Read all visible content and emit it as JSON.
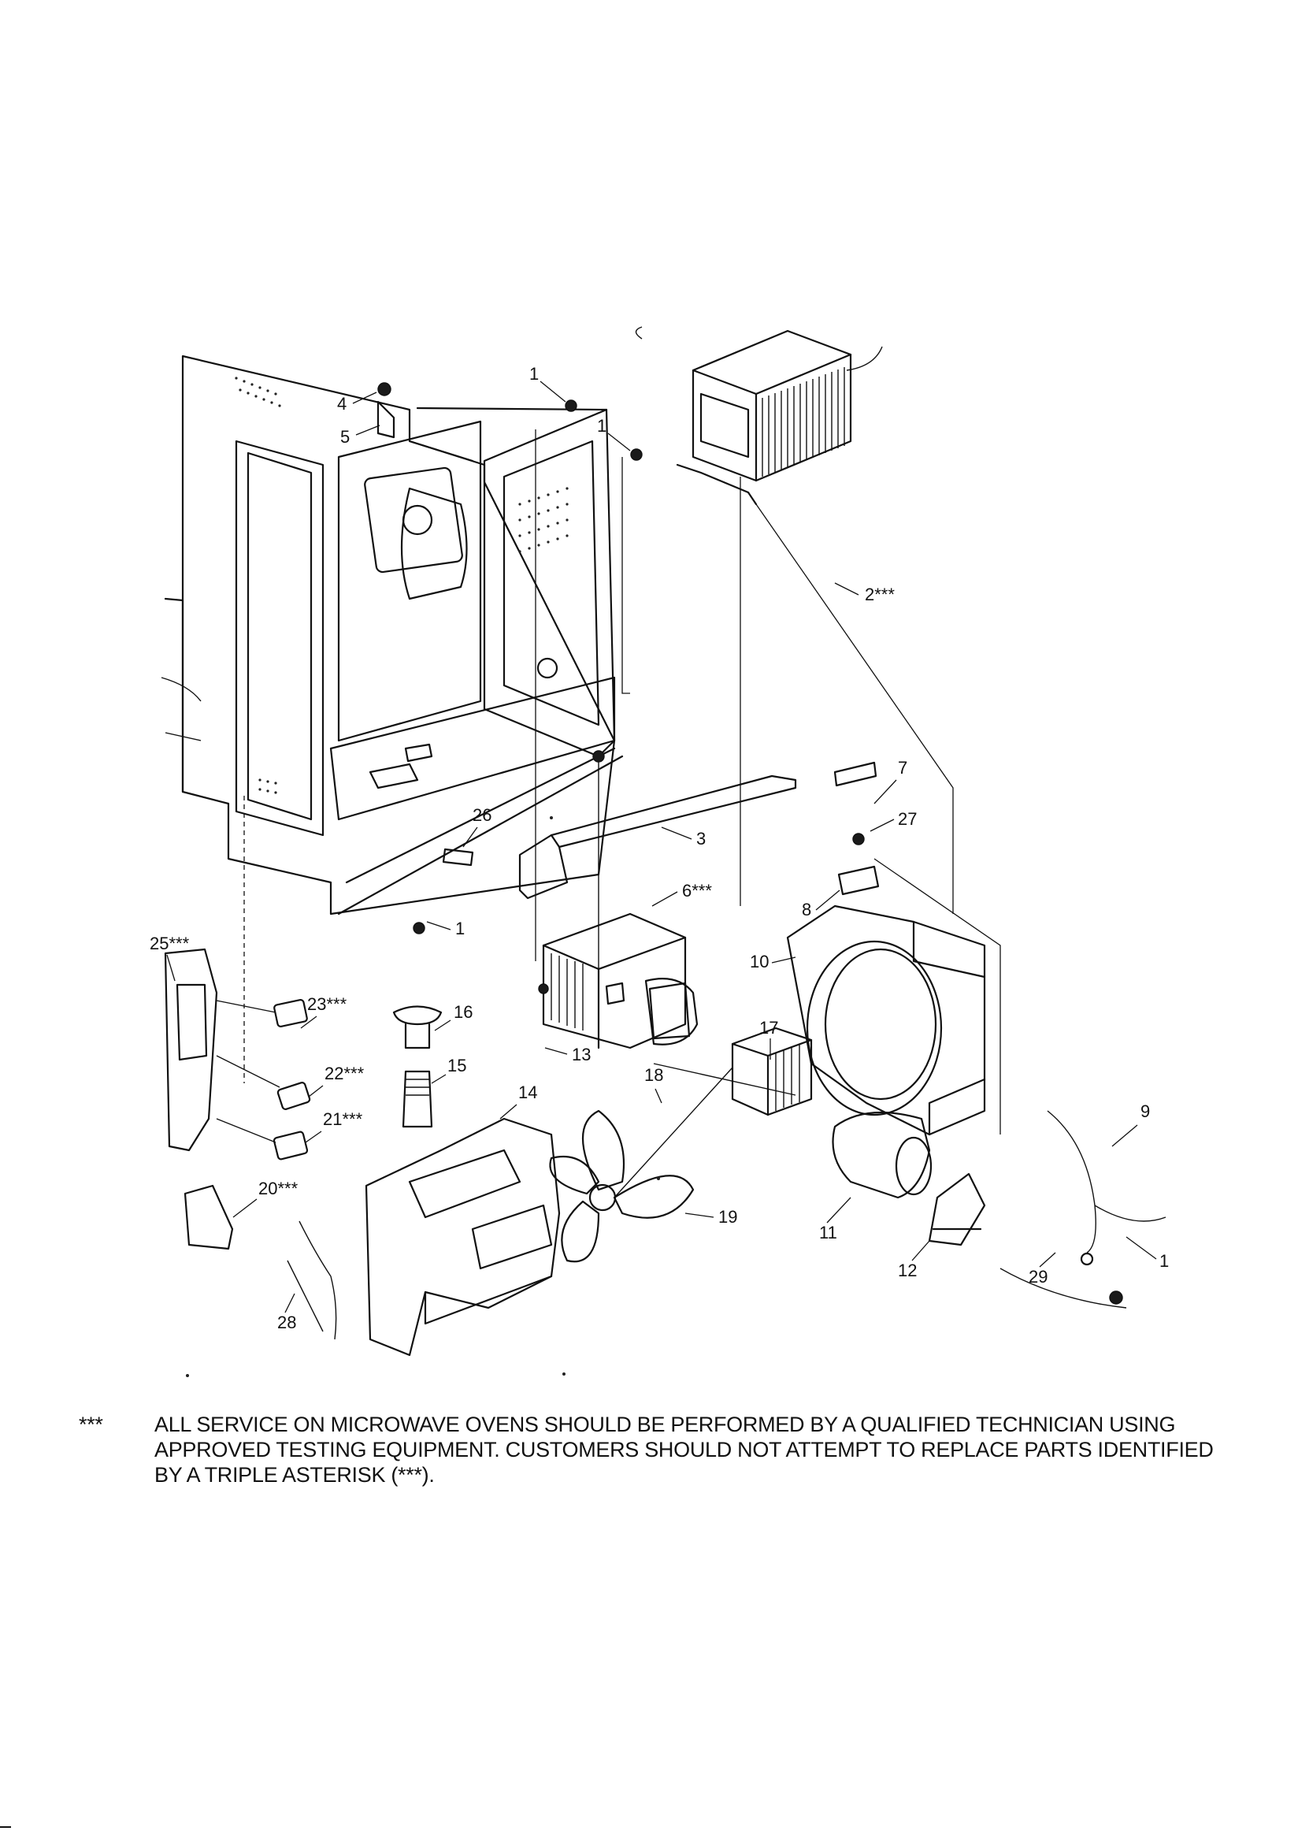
{
  "callouts": [
    {
      "id": "c-4",
      "text": "4"
    },
    {
      "id": "c-5",
      "text": "5"
    },
    {
      "id": "c-1a",
      "text": "1"
    },
    {
      "id": "c-1b",
      "text": "1"
    },
    {
      "id": "c-2",
      "text": "2***"
    },
    {
      "id": "c-7",
      "text": "7"
    },
    {
      "id": "c-27",
      "text": "27"
    },
    {
      "id": "c-3",
      "text": "3"
    },
    {
      "id": "c-6",
      "text": "6***"
    },
    {
      "id": "c-26",
      "text": "26"
    },
    {
      "id": "c-1c",
      "text": "1"
    },
    {
      "id": "c-8",
      "text": "8"
    },
    {
      "id": "c-10",
      "text": "10"
    },
    {
      "id": "c-25",
      "text": "25***"
    },
    {
      "id": "c-23",
      "text": "23***"
    },
    {
      "id": "c-16",
      "text": "16"
    },
    {
      "id": "c-13",
      "text": "13"
    },
    {
      "id": "c-17",
      "text": "17"
    },
    {
      "id": "c-22",
      "text": "22***"
    },
    {
      "id": "c-15",
      "text": "15"
    },
    {
      "id": "c-18",
      "text": "18"
    },
    {
      "id": "c-14",
      "text": "14"
    },
    {
      "id": "c-21",
      "text": "21***"
    },
    {
      "id": "c-9",
      "text": "9"
    },
    {
      "id": "c-20",
      "text": "20***"
    },
    {
      "id": "c-19",
      "text": "19"
    },
    {
      "id": "c-11",
      "text": "11"
    },
    {
      "id": "c-1d",
      "text": "1"
    },
    {
      "id": "c-12",
      "text": "12"
    },
    {
      "id": "c-29",
      "text": "29"
    },
    {
      "id": "c-28",
      "text": "28"
    }
  ],
  "footnote": {
    "marker": "***",
    "text": "ALL SERVICE ON MICROWAVE OVENS SHOULD BE PERFORMED BY A QUALIFIED TECHNICIAN USING APPROVED TESTING EQUIPMENT. CUSTOMERS SHOULD NOT ATTEMPT TO REPLACE PARTS IDENTIFIED BY A TRIPLE ASTERISK (***)."
  }
}
